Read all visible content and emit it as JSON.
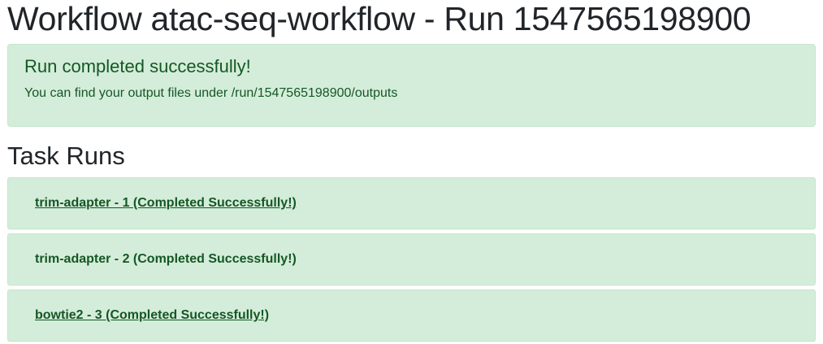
{
  "page": {
    "title": "Workflow atac-seq-workflow - Run 1547565198900"
  },
  "alert": {
    "heading": "Run completed successfully!",
    "message": "You can find your output files under /run/1547565198900/outputs",
    "color": "#d4edda",
    "text_color": "#155724"
  },
  "task_runs": {
    "title": "Task Runs",
    "items": [
      {
        "label": "trim-adapter - 1 (Completed Successfully!)",
        "link": true
      },
      {
        "label": "trim-adapter - 2 (Completed Successfully!)",
        "link": false
      },
      {
        "label": "bowtie2 - 3 (Completed Successfully!)",
        "link": true
      }
    ]
  }
}
